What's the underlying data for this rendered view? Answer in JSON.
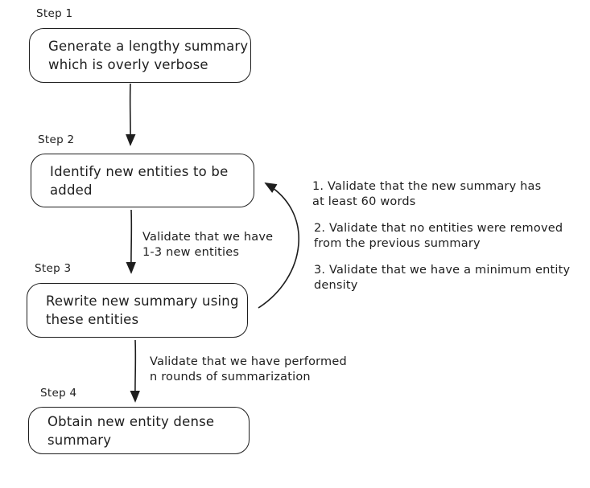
{
  "canvas": {
    "background": "#ffffff",
    "stroke_color": "#1e1e1e"
  },
  "steps": [
    {
      "label": "Step 1",
      "lines": [
        "Generate a lengthy summary",
        "which is overly verbose"
      ]
    },
    {
      "label": "Step 2",
      "lines": [
        "Identify new entities to be",
        "added"
      ]
    },
    {
      "label": "Step 3",
      "lines": [
        "Rewrite new summary using",
        "these entities"
      ]
    },
    {
      "label": "Step 4",
      "lines": [
        "Obtain new entity dense",
        "summary"
      ]
    }
  ],
  "arrow_labels": [
    {
      "lines": [
        "Validate that we have",
        "1-3 new entities"
      ]
    },
    {
      "lines": [
        "Validate that we have performed",
        "n rounds of summarization"
      ]
    }
  ],
  "side_notes": [
    {
      "lines": [
        "1. Validate that the new summary has",
        "at least 60 words"
      ]
    },
    {
      "lines": [
        "2. Validate that no entities were removed",
        "from the previous summary"
      ]
    },
    {
      "lines": [
        "3. Validate that we have a minimum entity",
        "density"
      ]
    }
  ]
}
